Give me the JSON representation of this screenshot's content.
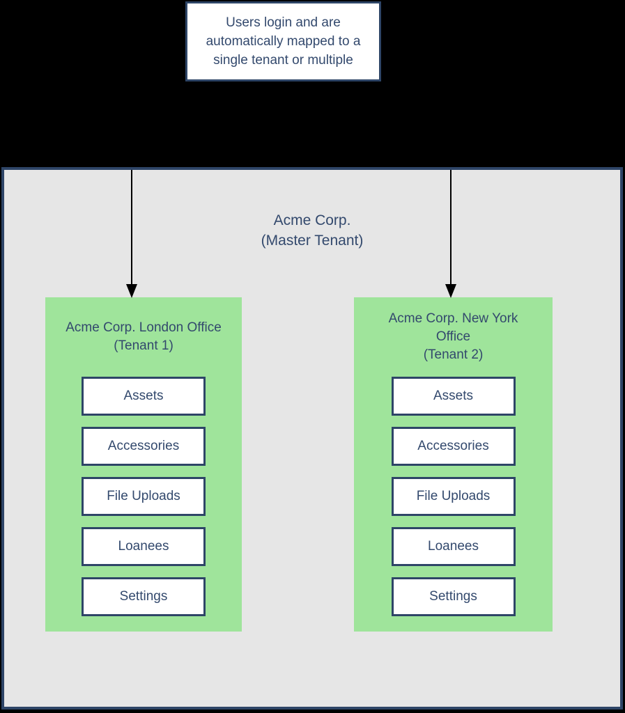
{
  "colors": {
    "background": "#000000",
    "panel_fill": "#e6e6e6",
    "border_navy": "#2e4567",
    "text_navy": "#33496d",
    "tenant_green": "#9fe49b",
    "box_fill": "#ffffff",
    "arrow_black": "#000000"
  },
  "top_note": {
    "text": "Users login and are\nautomatically mapped to a\nsingle tenant or multiple"
  },
  "master": {
    "title": "Acme Corp.\n(Master Tenant)"
  },
  "tenants": [
    {
      "name": "Acme Corp. London Office",
      "tenant_label": "(Tenant 1)",
      "modules": [
        "Assets",
        "Accessories",
        "File Uploads",
        "Loanees",
        "Settings"
      ]
    },
    {
      "name": "Acme Corp. New York\nOffice",
      "tenant_label": "(Tenant 2)",
      "modules": [
        "Assets",
        "Accessories",
        "File Uploads",
        "Loanees",
        "Settings"
      ]
    }
  ]
}
